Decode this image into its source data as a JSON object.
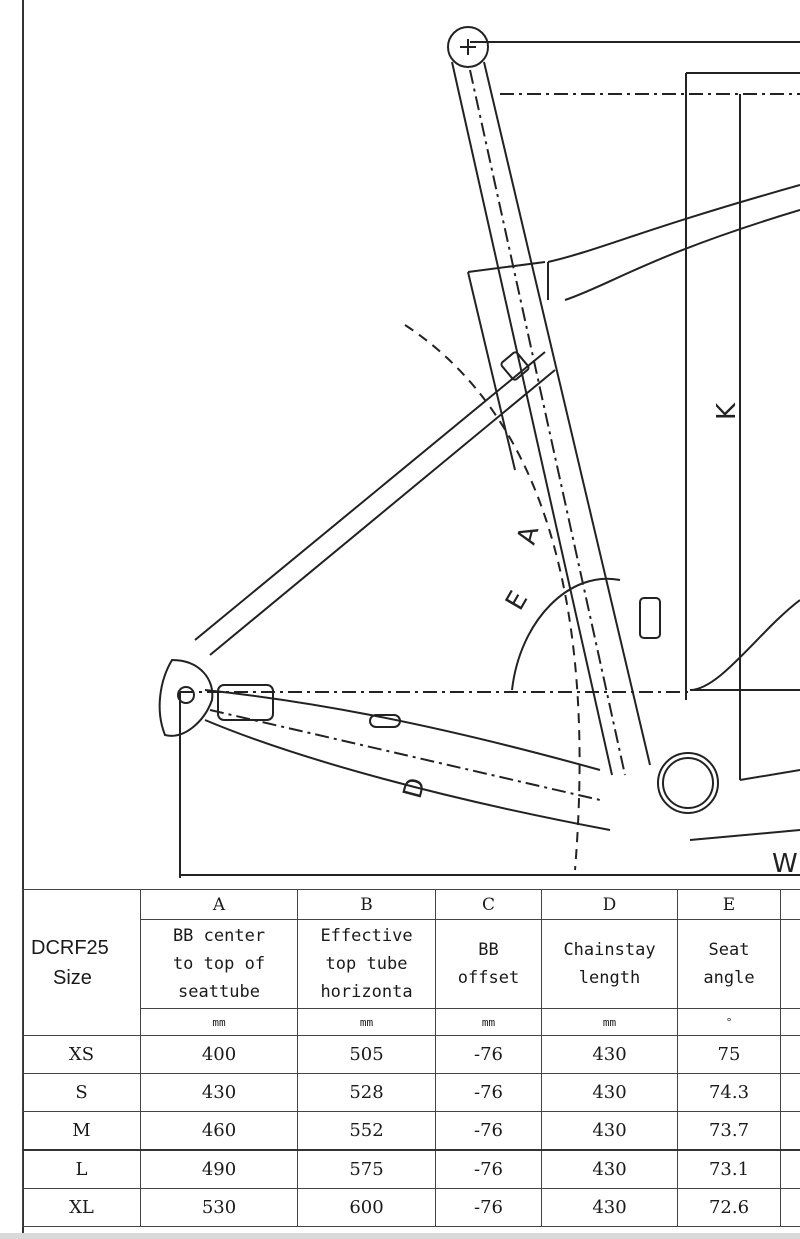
{
  "diagram": {
    "letters": [
      "A",
      "E",
      "K",
      "W",
      "D"
    ]
  },
  "table": {
    "model_name": "DCRF25",
    "size_label": "Size",
    "columns": [
      {
        "letter": "A",
        "desc": [
          "BB center",
          "to top of",
          "seattube"
        ],
        "unit": "mm"
      },
      {
        "letter": "B",
        "desc": [
          "Effective",
          "top tube",
          "horizonta"
        ],
        "unit": "mm"
      },
      {
        "letter": "C",
        "desc": [
          "BB",
          "offset"
        ],
        "unit": "mm"
      },
      {
        "letter": "D",
        "desc": [
          "Chainstay",
          "length"
        ],
        "unit": "mm"
      },
      {
        "letter": "E",
        "desc": [
          "Seat",
          "angle"
        ],
        "unit": "°"
      }
    ],
    "rows": [
      {
        "size": "XS",
        "values": [
          "400",
          "505",
          "-76",
          "430",
          "75"
        ]
      },
      {
        "size": "S",
        "values": [
          "430",
          "528",
          "-76",
          "430",
          "74.3"
        ]
      },
      {
        "size": "M",
        "values": [
          "460",
          "552",
          "-76",
          "430",
          "73.7"
        ]
      },
      {
        "size": "L",
        "values": [
          "490",
          "575",
          "-76",
          "430",
          "73.1"
        ]
      },
      {
        "size": "XL",
        "values": [
          "530",
          "600",
          "-76",
          "430",
          "72.6"
        ]
      }
    ]
  }
}
